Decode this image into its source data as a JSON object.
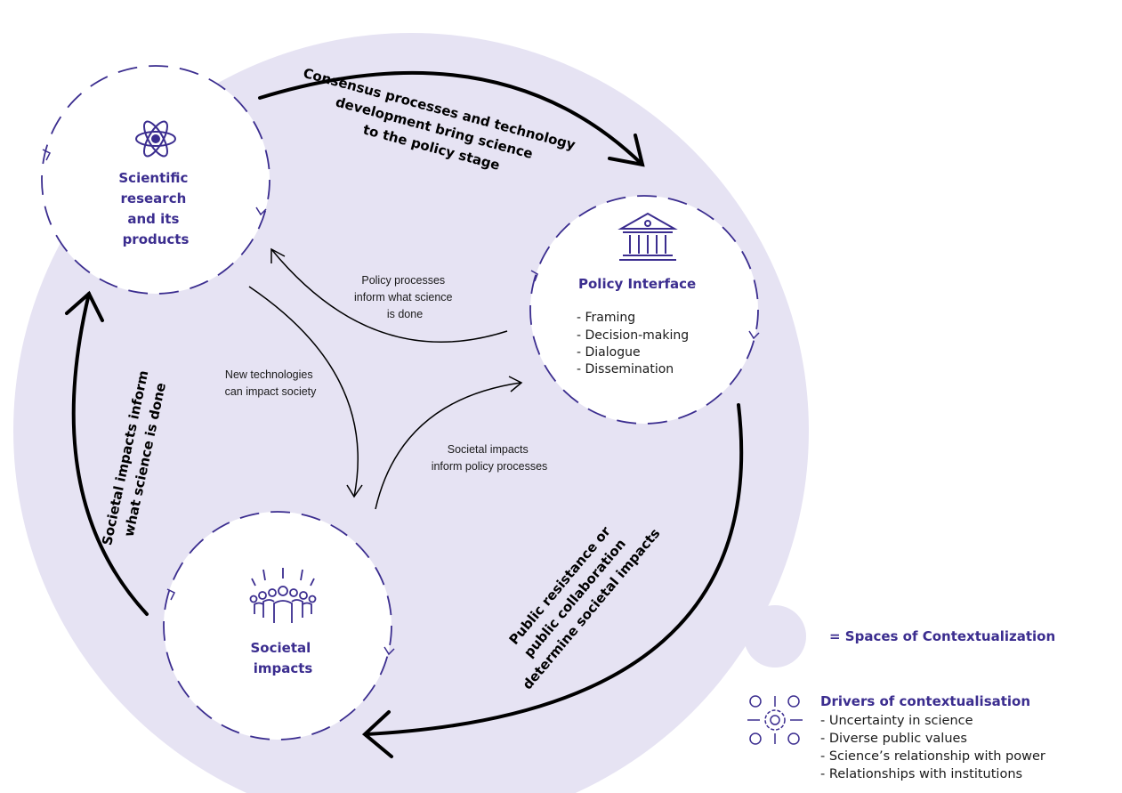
{
  "nodes": {
    "science": {
      "title_lines": [
        "Scientific",
        "research",
        "and its",
        "products"
      ],
      "icon": "atom-icon"
    },
    "policy": {
      "title": "Policy Interface",
      "icon": "institution-building-icon",
      "items": [
        "-  Framing",
        "-  Decision-making",
        "-  Dialogue",
        "-  Dissemination"
      ]
    },
    "society": {
      "title_lines": [
        "Societal",
        "impacts"
      ],
      "icon": "crowd-icon"
    }
  },
  "arrows": {
    "science_to_policy": [
      "Consensus processes and technology",
      "development bring science",
      "to the policy stage"
    ],
    "policy_to_society": [
      "Public resistance or",
      "public collaboration",
      "determine societal impacts"
    ],
    "society_to_science": [
      "Societal impacts inform",
      "what science is done"
    ],
    "policy_informs_science": [
      "Policy processes",
      "inform what science",
      "is done"
    ],
    "tech_impacts_society": [
      "New technologies",
      "can impact society"
    ],
    "society_informs_policy": [
      "Societal impacts",
      "inform policy processes"
    ]
  },
  "legend": {
    "spaces_label": "= Spaces of Contextualization",
    "drivers_title": "Drivers of contextualisation",
    "drivers_icon": "gear-drivers-icon",
    "drivers": [
      "-  Uncertainty in science",
      "-  Diverse public values",
      "-  Science’s relationship with power",
      "-  Relationships with institutions"
    ]
  },
  "colors": {
    "space_fill": "#e6e3f3",
    "accent": "#3b2d8f",
    "dash": "#3b2d8f",
    "arrow": "#000000"
  }
}
